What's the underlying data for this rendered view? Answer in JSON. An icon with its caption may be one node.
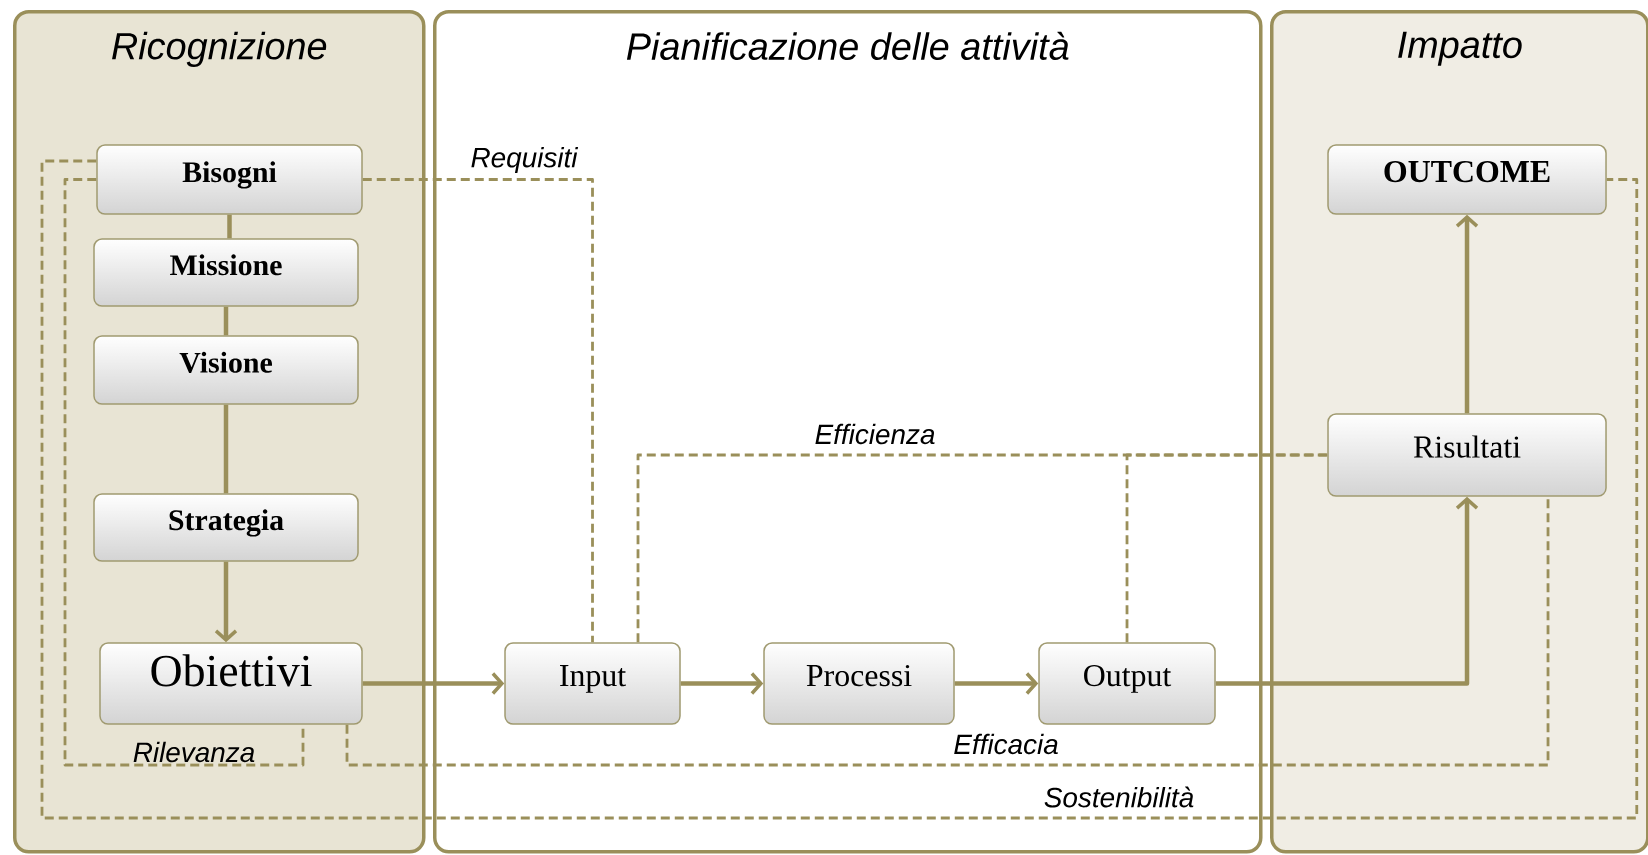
{
  "diagram": {
    "nodes": [
      {
        "text": [
          "Ricognizione"
        ]
      },
      {
        "text": [
          "Bisogni"
        ],
        "in": 0
      },
      {
        "text": [
          "Missione"
        ],
        "in": 0
      },
      {
        "text": [
          "Visione"
        ],
        "in": 0
      },
      {
        "text": [
          "Strategia"
        ],
        "in": 0
      },
      {
        "text": [
          "Obiettivi"
        ],
        "in": 0
      },
      {
        "text": [
          "Pianificazione delle attività"
        ]
      },
      {
        "text": [
          "Input"
        ],
        "in": 6
      },
      {
        "text": [
          "Processi"
        ],
        "in": 6
      },
      {
        "text": [
          "Output"
        ],
        "in": 6
      },
      {
        "text": [
          "Impatto"
        ]
      },
      {
        "text": [
          "OUTCOME"
        ],
        "in": 10
      },
      {
        "text": [
          "Risultati"
        ],
        "in": 10
      }
    ],
    "edges": [
      {
        "from": 1,
        "to": 2,
        "arrow": "none"
      },
      {
        "from": 2,
        "to": 3,
        "arrow": "none"
      },
      {
        "from": 3,
        "to": 4,
        "arrow": "none"
      },
      {
        "from": 4,
        "to": 5,
        "arrow": "to"
      },
      {
        "from": 5,
        "to": 7,
        "arrow": "to"
      },
      {
        "from": 7,
        "to": 8,
        "arrow": "to"
      },
      {
        "from": 8,
        "to": 9,
        "arrow": "to"
      },
      {
        "from": 9,
        "to": 12,
        "arrow": "to"
      },
      {
        "from": 12,
        "to": 11,
        "arrow": "to"
      },
      {
        "from": 1,
        "to": 7,
        "arrow": "none",
        "style": "dashed",
        "label": "Requisiti"
      },
      {
        "from": 7,
        "to": 12,
        "arrow": "none",
        "style": "dashed",
        "label": "Efficienza"
      },
      {
        "from": 9,
        "to": 12,
        "arrow": "none",
        "style": "dashed"
      },
      {
        "from": 1,
        "to": 5,
        "arrow": "none",
        "style": "dashed",
        "label": "Rilevanza"
      },
      {
        "from": 5,
        "to": 12,
        "arrow": "none",
        "style": "dashed",
        "label": "Efficacia"
      },
      {
        "from": 1,
        "to": 11,
        "arrow": "none",
        "style": "dashed",
        "label": "Sostenibilità"
      }
    ]
  }
}
